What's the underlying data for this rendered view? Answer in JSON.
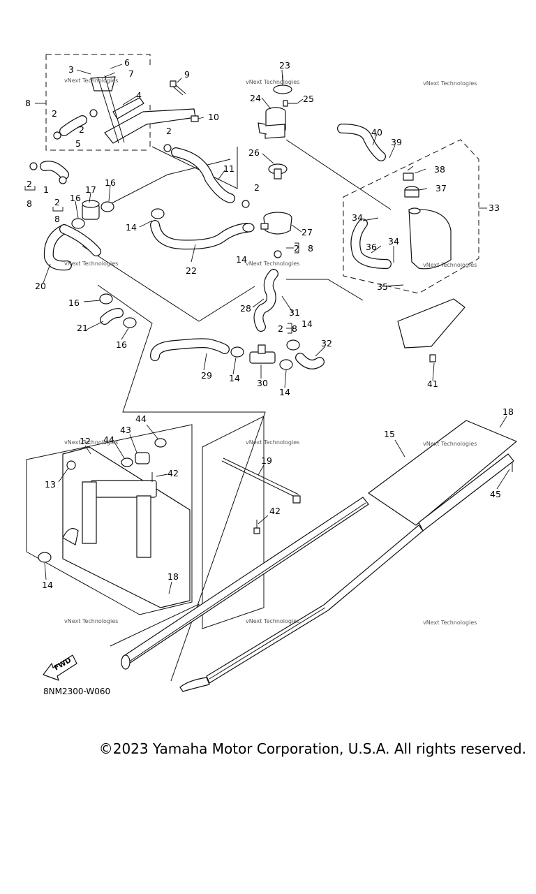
{
  "diagram": {
    "code": "8NM2300-W060",
    "fwd_label": "FWD",
    "watermark": "vNext Technologies",
    "callouts": [
      "1",
      "2",
      "3",
      "4",
      "5",
      "6",
      "7",
      "8",
      "9",
      "10",
      "11",
      "12",
      "13",
      "14",
      "15",
      "16",
      "17",
      "18",
      "19",
      "20",
      "21",
      "22",
      "23",
      "24",
      "25",
      "26",
      "27",
      "28",
      "29",
      "30",
      "31",
      "32",
      "33",
      "34",
      "35",
      "36",
      "37",
      "38",
      "39",
      "40",
      "41",
      "42",
      "43",
      "44",
      "45"
    ]
  },
  "footer": {
    "copyright": "©2023 Yamaha Motor Corporation, U.S.A. All rights reserved."
  }
}
